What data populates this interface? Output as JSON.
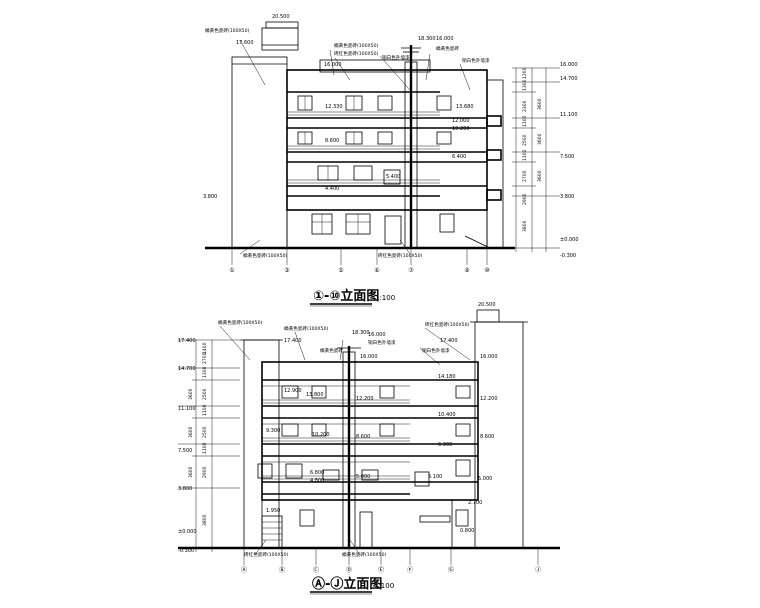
{
  "top_elevation": {
    "title": "①-⑩立面图",
    "scale": "1:100",
    "axes": [
      "①",
      "③",
      "⑤",
      "⑥",
      "⑦",
      "⑨",
      "⑩"
    ],
    "levels": {
      "roof_top": "20.500",
      "l_17600": "17.600",
      "l_18300": "18.300",
      "l_16000a": "16.000",
      "l_16000b": "16.000",
      "l_16000r": "16.000",
      "l_14700r": "14.700",
      "l_13680": "13.680",
      "l_12330": "12.330",
      "l_12000": "12.000",
      "l_10200": "10.200",
      "l_11100r": "11.100",
      "l_8600": "8.600",
      "l_6400": "6.400",
      "l_7500r": "7.500",
      "l_5400": "5.400",
      "l_4400": "4.400",
      "l_3800l": "3.800",
      "l_3800r": "3.800",
      "l_0000": "±0.000",
      "l_m0300": "-0.300"
    },
    "dims_right": [
      "1200",
      "1300",
      "2300",
      "1100",
      "2500",
      "1100",
      "2700",
      "2900",
      "3800"
    ],
    "dims_right2": [
      "3600",
      "3600",
      "3600"
    ],
    "notes": {
      "n1": "橘黄色瓷砖(100X50)",
      "n2": "橘黄色瓷砖(100X50)",
      "n3": "砖红色瓷砖(100X50)",
      "n4": "橘黄色瓷砖",
      "n5": "铜白色外墙漆",
      "n6": "铜白色外墙漆",
      "n7": "橘黄色瓷砖(100X50)",
      "n8": "砖红色瓷砖(100X50)"
    }
  },
  "bottom_elevation": {
    "title": "Ⓐ-Ⓙ立面图",
    "scale": "1:100",
    "axes": [
      "Ⓐ",
      "Ⓑ",
      "Ⓒ",
      "Ⓓ",
      "Ⓔ",
      "Ⓕ",
      "Ⓖ",
      "Ⓙ"
    ],
    "levels": {
      "roof_top": "20.500",
      "l_17400l": "17.400",
      "l_17400a": "17.400",
      "l_17400b": "17.400",
      "l_18300": "18.300",
      "l_16000a": "16.000",
      "l_16000b": "16.000",
      "l_16000c": "16.000",
      "l_14700l": "14.700",
      "l_14180": "14.180",
      "l_12900": "12.900",
      "l_13800": "13.800",
      "l_12200a": "12.200",
      "l_12200b": "12.200",
      "l_11100l": "11.100",
      "l_10400": "10.400",
      "l_9300": "9.300",
      "l_10200": "10.200",
      "l_8600a": "8.600",
      "l_8600b": "8.600",
      "l_6300": "6.300",
      "l_7500l": "7.500",
      "l_6800": "6.800",
      "l_4800": "4.800",
      "l_5000a": "5.000",
      "l_5100": "5.100",
      "l_5000b": "5.000",
      "l_3800l": "3.800",
      "l_2700": "2.700",
      "l_1950": "1.950",
      "l_0800": "0.800",
      "l_0000": "±0.000",
      "l_m0300": "-0.300"
    },
    "dims_left": [
      "1400",
      "2700",
      "1300",
      "2500",
      "1100",
      "2500",
      "1100",
      "2900",
      "3800"
    ],
    "dims_left2": [
      "3600",
      "3600",
      "3600"
    ],
    "notes": {
      "n1": "橘黄色瓷砖(100X50)",
      "n2": "橘黄色瓷砖(100X50)",
      "n3": "砖红色瓷砖(100X50)",
      "n4": "铜白色外墙漆",
      "n5": "橘黄色瓷砖",
      "n6": "铜白色外墙漆",
      "n7": "砖红色瓷砖(100X50)",
      "n8": "橘黄色瓷砖(100X50)"
    }
  }
}
